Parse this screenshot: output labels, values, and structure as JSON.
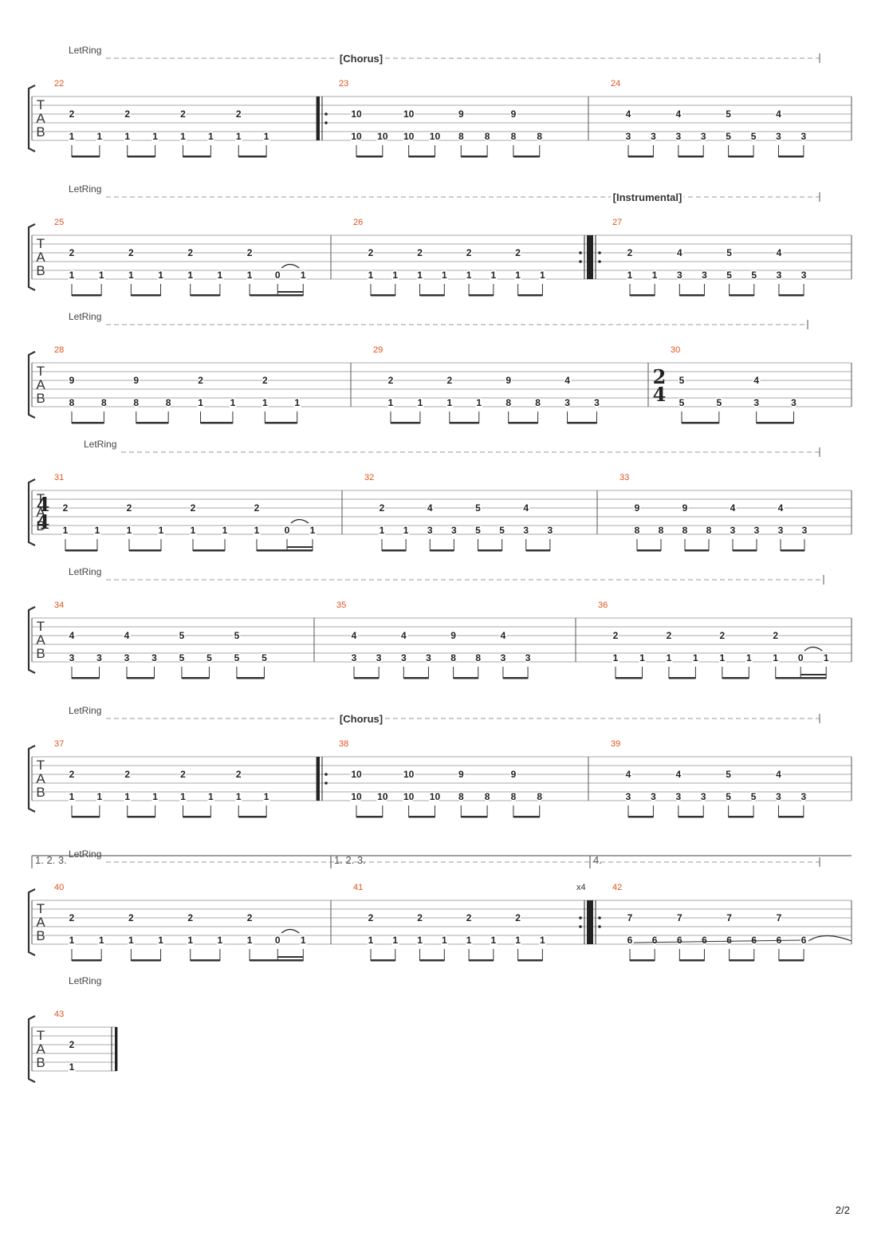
{
  "page": {
    "page_number": "2/2"
  },
  "labels": {
    "let_ring": "LetRing",
    "repeat_count": "x4"
  },
  "systems": [
    {
      "section": "[Chorus]",
      "measures": [
        {
          "number": "22",
          "high": [
            "2",
            "2",
            "2",
            "2"
          ],
          "low": [
            "1",
            "1",
            "1",
            "1",
            "1",
            "1",
            "1",
            "1"
          ]
        },
        {
          "number": "23",
          "repeat_start": true,
          "high": [
            "10",
            "10",
            "9",
            "9"
          ],
          "low": [
            "10",
            "10",
            "10",
            "10",
            "8",
            "8",
            "8",
            "8"
          ]
        },
        {
          "number": "24",
          "high": [
            "4",
            "4",
            "5",
            "4"
          ],
          "low": [
            "3",
            "3",
            "3",
            "3",
            "5",
            "5",
            "3",
            "3"
          ]
        }
      ]
    },
    {
      "section": "[Instrumental]",
      "measures": [
        {
          "number": "25",
          "high": [
            "2",
            "2",
            "2",
            "2"
          ],
          "low": [
            "1",
            "1",
            "1",
            "1",
            "1",
            "1",
            "1",
            "0",
            "1"
          ],
          "tie_end": true
        },
        {
          "number": "26",
          "repeat_end": true,
          "high": [
            "2",
            "2",
            "2",
            "2"
          ],
          "low": [
            "1",
            "1",
            "1",
            "1",
            "1",
            "1",
            "1",
            "1"
          ]
        },
        {
          "number": "27",
          "repeat_start": true,
          "high": [
            "2",
            "4",
            "5",
            "4"
          ],
          "low": [
            "1",
            "1",
            "3",
            "3",
            "5",
            "5",
            "3",
            "3"
          ]
        }
      ]
    },
    {
      "measures": [
        {
          "number": "28",
          "high": [
            "9",
            "9",
            "2",
            "2"
          ],
          "low": [
            "8",
            "8",
            "8",
            "8",
            "1",
            "1",
            "1",
            "1"
          ]
        },
        {
          "number": "29",
          "high": [
            "2",
            "2",
            "9",
            "4"
          ],
          "low": [
            "1",
            "1",
            "1",
            "1",
            "8",
            "8",
            "3",
            "3"
          ]
        },
        {
          "number": "30",
          "time_signature": [
            "2",
            "4"
          ],
          "high": [
            "5",
            "4"
          ],
          "low": [
            "5",
            "5",
            "3",
            "3"
          ]
        }
      ]
    },
    {
      "measures": [
        {
          "number": "31",
          "time_signature": [
            "4",
            "4"
          ],
          "high": [
            "2",
            "2",
            "2",
            "2"
          ],
          "low": [
            "1",
            "1",
            "1",
            "1",
            "1",
            "1",
            "1",
            "0",
            "1"
          ],
          "tie_end": true
        },
        {
          "number": "32",
          "high": [
            "2",
            "4",
            "5",
            "4"
          ],
          "low": [
            "1",
            "1",
            "3",
            "3",
            "5",
            "5",
            "3",
            "3"
          ]
        },
        {
          "number": "33",
          "high": [
            "9",
            "9",
            "4",
            "4"
          ],
          "low": [
            "8",
            "8",
            "8",
            "8",
            "3",
            "3",
            "3",
            "3"
          ]
        }
      ]
    },
    {
      "measures": [
        {
          "number": "34",
          "high": [
            "4",
            "4",
            "5",
            "5"
          ],
          "low": [
            "3",
            "3",
            "3",
            "3",
            "5",
            "5",
            "5",
            "5"
          ]
        },
        {
          "number": "35",
          "high": [
            "4",
            "4",
            "9",
            "4"
          ],
          "low": [
            "3",
            "3",
            "3",
            "3",
            "8",
            "8",
            "3",
            "3"
          ]
        },
        {
          "number": "36",
          "high": [
            "2",
            "2",
            "2",
            "2"
          ],
          "low": [
            "1",
            "1",
            "1",
            "1",
            "1",
            "1",
            "1",
            "0",
            "1"
          ],
          "tie_end": true
        }
      ]
    },
    {
      "section": "[Chorus]",
      "measures": [
        {
          "number": "37",
          "high": [
            "2",
            "2",
            "2",
            "2"
          ],
          "low": [
            "1",
            "1",
            "1",
            "1",
            "1",
            "1",
            "1",
            "1"
          ]
        },
        {
          "number": "38",
          "repeat_start": true,
          "high": [
            "10",
            "10",
            "9",
            "9"
          ],
          "low": [
            "10",
            "10",
            "10",
            "10",
            "8",
            "8",
            "8",
            "8"
          ]
        },
        {
          "number": "39",
          "high": [
            "4",
            "4",
            "5",
            "4"
          ],
          "low": [
            "3",
            "3",
            "3",
            "3",
            "5",
            "5",
            "3",
            "3"
          ]
        }
      ]
    },
    {
      "endings": [
        "1. 2. 3.",
        "1. 2. 3.",
        "4."
      ],
      "measures": [
        {
          "number": "40",
          "high": [
            "2",
            "2",
            "2",
            "2"
          ],
          "low": [
            "1",
            "1",
            "1",
            "1",
            "1",
            "1",
            "1",
            "0",
            "1"
          ],
          "tie_end": true
        },
        {
          "number": "41",
          "repeat_end": true,
          "high": [
            "2",
            "2",
            "2",
            "2"
          ],
          "low": [
            "1",
            "1",
            "1",
            "1",
            "1",
            "1",
            "1",
            "1"
          ]
        },
        {
          "number": "42",
          "repeat_start": true,
          "high": [
            "7",
            "7",
            "7",
            "7"
          ],
          "low": [
            "6",
            "6",
            "6",
            "6",
            "6",
            "6",
            "6",
            "6"
          ],
          "slide": true
        }
      ]
    },
    {
      "measures": [
        {
          "number": "43",
          "final": true,
          "high": [
            "2"
          ],
          "low": [
            "1"
          ]
        }
      ]
    }
  ]
}
